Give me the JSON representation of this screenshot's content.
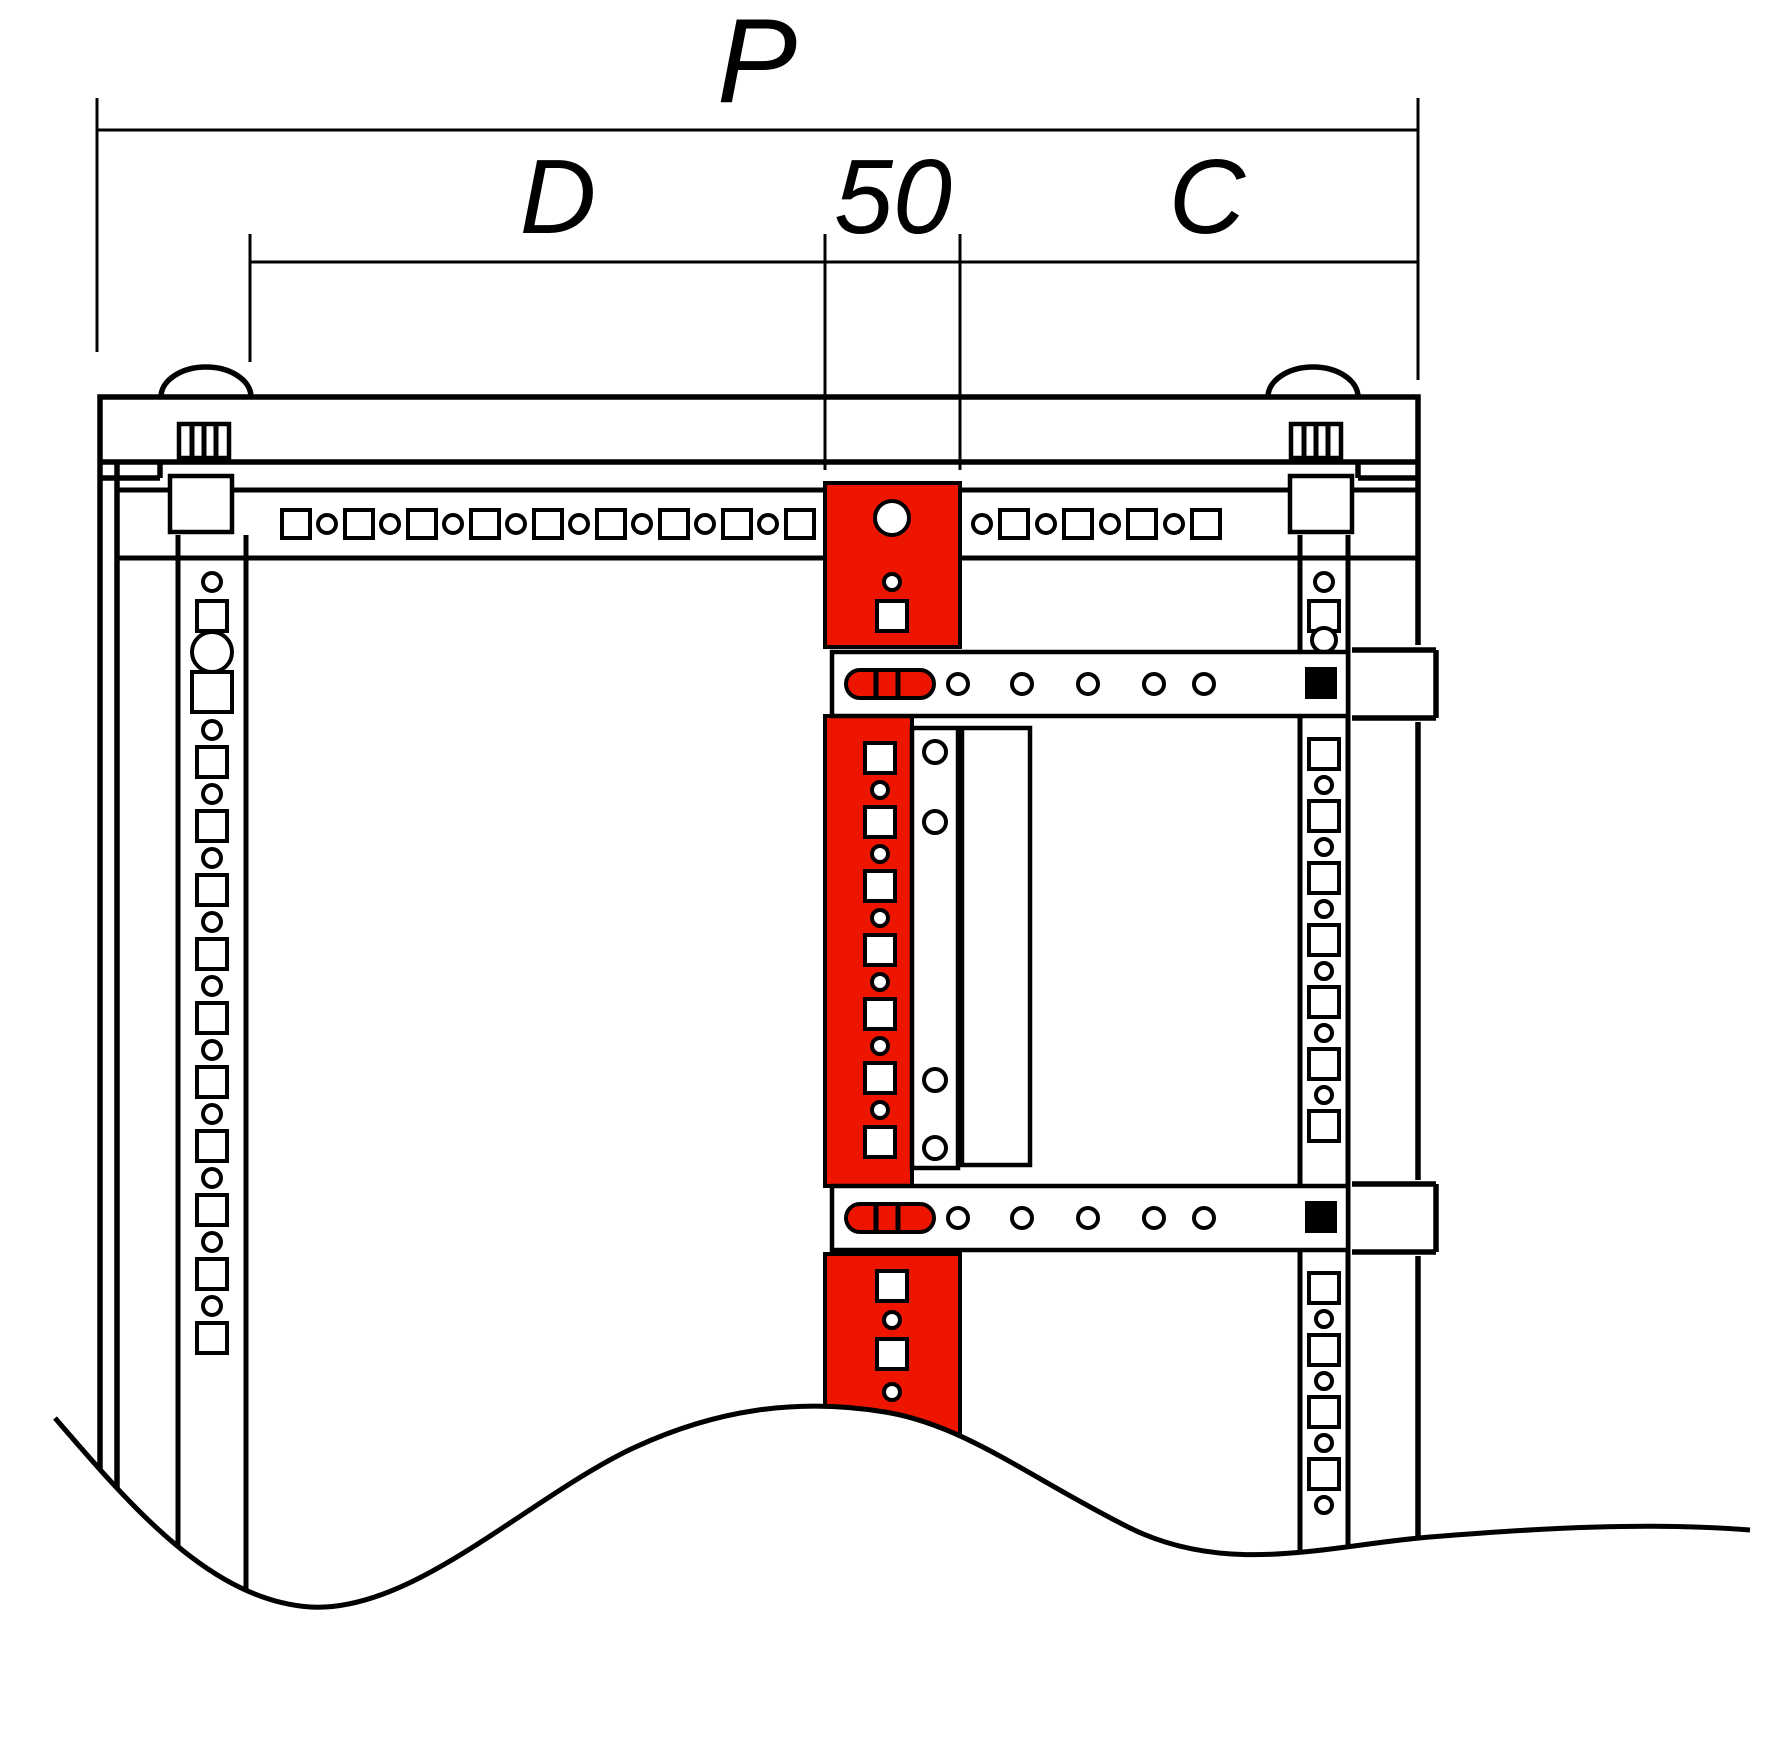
{
  "diagram": {
    "dimensions": {
      "overall": {
        "label": "P"
      },
      "left_depth": {
        "label": "D"
      },
      "rail_offset": {
        "label": "50"
      },
      "right_depth": {
        "label": "C"
      }
    },
    "colors": {
      "highlight_red": "#ee1500",
      "line_black": "#000000",
      "background": "#ffffff"
    }
  }
}
